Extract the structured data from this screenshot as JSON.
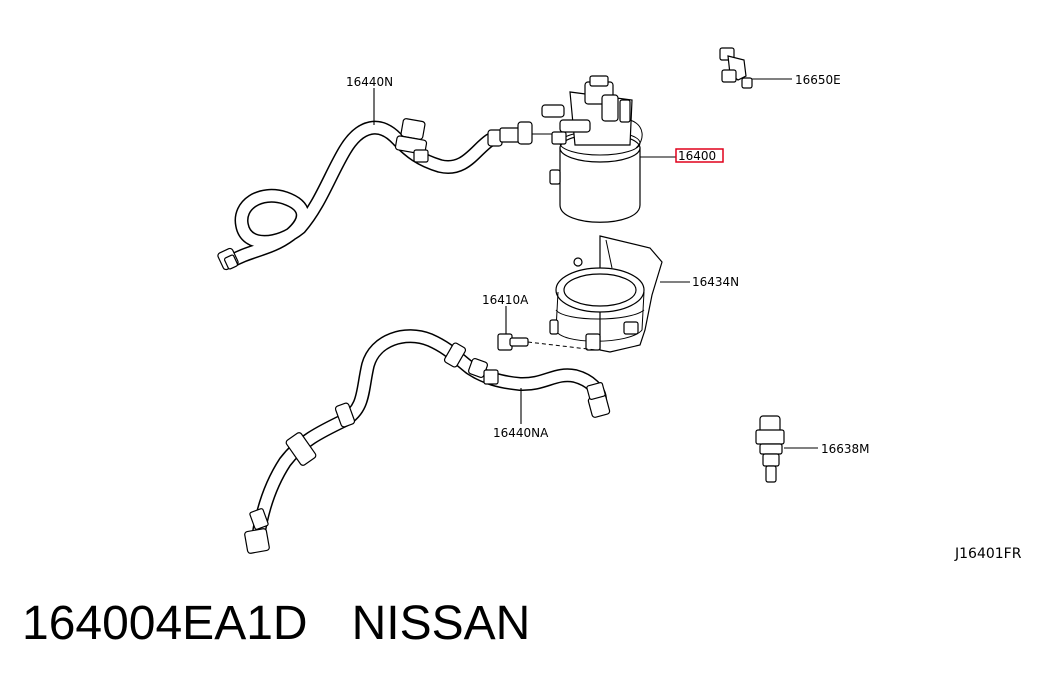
{
  "diagram": {
    "labels": {
      "hose_upper": "16440N",
      "filter": "16400",
      "sensor_top": "16650E",
      "bracket": "16434N",
      "bolt": "16410A",
      "hose_lower": "16440NA",
      "sensor_bottom": "16638M",
      "ref_code": "J16401FR"
    },
    "highlight_color": "#e0001b"
  },
  "caption": {
    "part_number": "164004EA1D",
    "brand": "NISSAN"
  }
}
